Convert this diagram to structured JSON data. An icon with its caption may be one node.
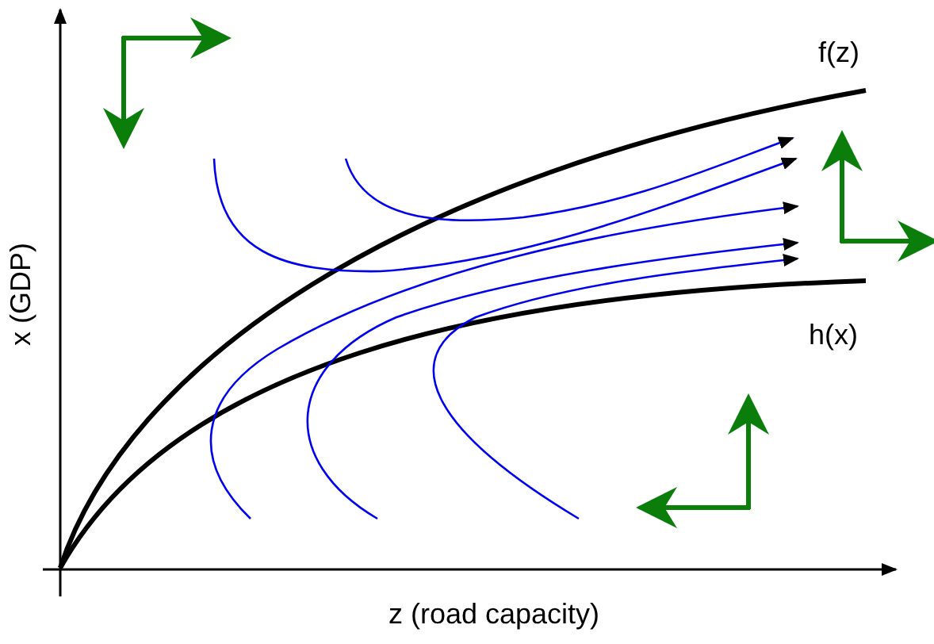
{
  "diagram": {
    "labels": [
      "f(z)",
      "h(x)",
      "x (GDP)",
      "z (road capacity)"
    ]
  }
}
